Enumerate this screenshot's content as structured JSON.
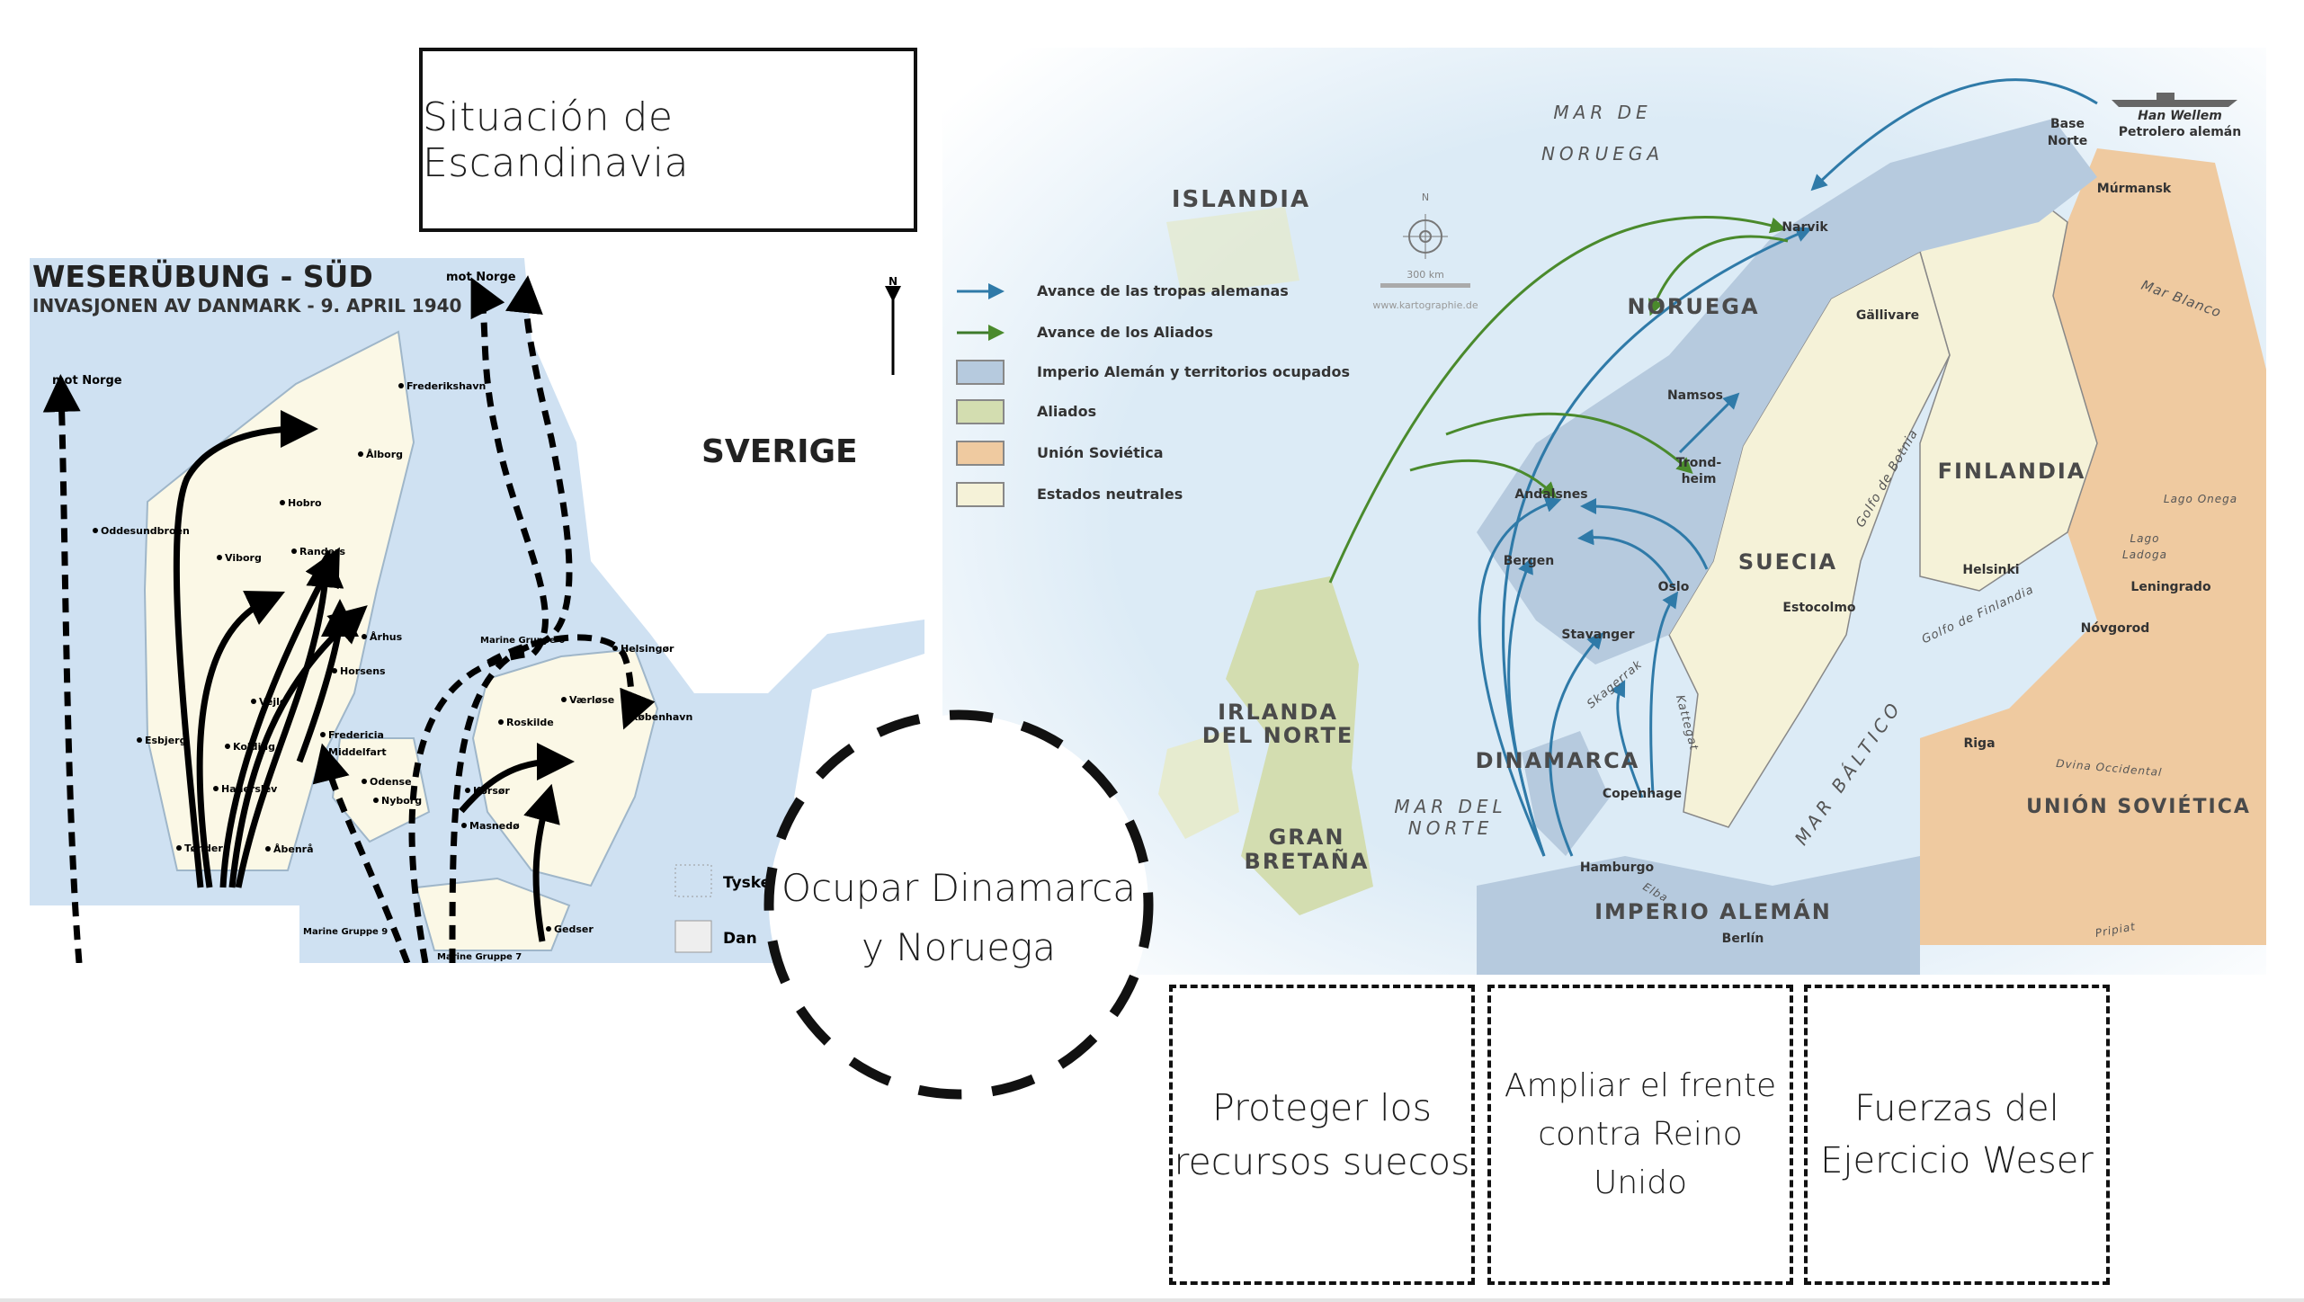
{
  "slide": {
    "title": "Situación de Escandinavia",
    "center_topic": [
      "Ocupar Dinamarca",
      "y Noruega"
    ],
    "notes": [
      [
        "Proteger los",
        "recursos suecos"
      ],
      [
        "Ampliar el frente",
        "contra Reino Unido"
      ],
      [
        "Fuerzas del",
        "Ejercicio Weser"
      ]
    ]
  },
  "denmark_map": {
    "title": "WESERÜBUNG - SÜD",
    "subtitle": "INVASJONEN AV DANMARK - 9. APRIL 1940",
    "country_label": "SVERIGE",
    "north_label": "N",
    "routes": [
      "mot Norge",
      "mot Norge"
    ],
    "places": [
      "Frederikshavn",
      "Ålborg",
      "Hobro",
      "Randers",
      "Viborg",
      "Oddesundbroen",
      "Århus",
      "Horsens",
      "Vejle",
      "Esbjerg",
      "Kolding",
      "Fredericia",
      "Middelfart",
      "Haderslev",
      "Odense",
      "Nyborg",
      "Korsør",
      "Roskilde",
      "Helsingør",
      "København",
      "Tønder",
      "Åbenrå",
      "Masnedø",
      "Gedser",
      "Værløse"
    ],
    "naval_groups": [
      "Marine Gruppe 6",
      "Marine Gruppe 9",
      "Marine Gruppe 7"
    ],
    "legend": [
      "Tyske",
      "Dan"
    ],
    "colors": {
      "sea": "#cfe1f2",
      "land": "#fbf8e6",
      "sweden": "#ffffff",
      "arrow": "#000000"
    }
  },
  "scandinavia_map": {
    "legend": [
      {
        "label": "Avance de las tropas alemanas",
        "kind": "arrow",
        "color": "#2f7aa8"
      },
      {
        "label": "Avance de los Aliados",
        "kind": "arrow",
        "color": "#3d7a2a"
      },
      {
        "label": "Imperio Alemán y territorios ocupados",
        "kind": "swatch",
        "color": "#b6cade"
      },
      {
        "label": "Aliados",
        "kind": "swatch",
        "color": "#d3ddb0"
      },
      {
        "label": "Unión Soviética",
        "kind": "swatch",
        "color": "#efcaa0"
      },
      {
        "label": "Estados neutrales",
        "kind": "swatch",
        "color": "#f5f2d8"
      }
    ],
    "compass": {
      "north": "N",
      "scale": "300 km",
      "credit": "www.kartographie.de"
    },
    "regions": [
      "ISLANDIA",
      "NORUEGA",
      "FINLANDIA",
      "SUECIA",
      "IRLANDA",
      "DEL NORTE",
      "DINAMARCA",
      "UNIÓN SOVIÉTICA",
      "GRAN",
      "BRETAÑA",
      "IMPERIO ALEMÁN"
    ],
    "seas": [
      "MAR DE",
      "NORUEGA",
      "MAR DEL",
      "NORTE",
      "MAR BÁLTICO",
      "Mar Blanco",
      "Golfo de Botnia",
      "Golfo de Finlandia",
      "Skagerrak",
      "Kattegat",
      "Lago Onega",
      "Lago",
      "Ladoga",
      "Dvina Occidental",
      "Elba",
      "Pripiat"
    ],
    "cities": [
      "Narvik",
      "Gällivare",
      "Base",
      "Norte",
      "Múrmansk",
      "Namsos",
      "Trond-",
      "heim",
      "Andalsnes",
      "Bergen",
      "Oslo",
      "Stavanger",
      "Estocolmo",
      "Helsinki",
      "Leningrado",
      "Nóvgorod",
      "Riga",
      "Copenhage",
      "Hamburgo",
      "Berlín"
    ],
    "ship": [
      "Han Wellem",
      "Petrolero alemán"
    ],
    "colors": {
      "sea": "#dcebf6",
      "german": "#b6cade",
      "allies": "#d3ddb0",
      "soviet": "#efcaa0",
      "neutral": "#f5f2d8",
      "german_arrow": "#2f7aa8",
      "allied_arrow": "#4a8a2c"
    }
  }
}
